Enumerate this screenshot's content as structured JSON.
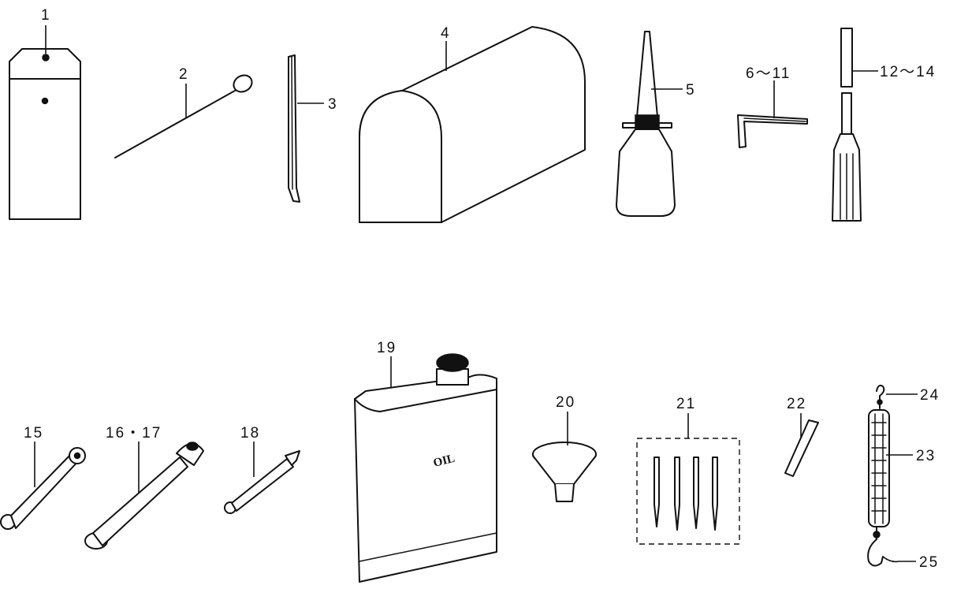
{
  "callouts": {
    "c1": "1",
    "c2": "2",
    "c3": "3",
    "c4": "4",
    "c5": "5",
    "c6_11": "6～11",
    "c12_14": "12～14",
    "c15": "15",
    "c16_17": "16・17",
    "c18": "18",
    "c19": "19",
    "c20": "20",
    "c21": "21",
    "c22": "22",
    "c23": "23",
    "c24": "24",
    "c25": "25"
  },
  "can_label": "OIL",
  "colors": {
    "ink": "#111111",
    "background": "#ffffff"
  }
}
